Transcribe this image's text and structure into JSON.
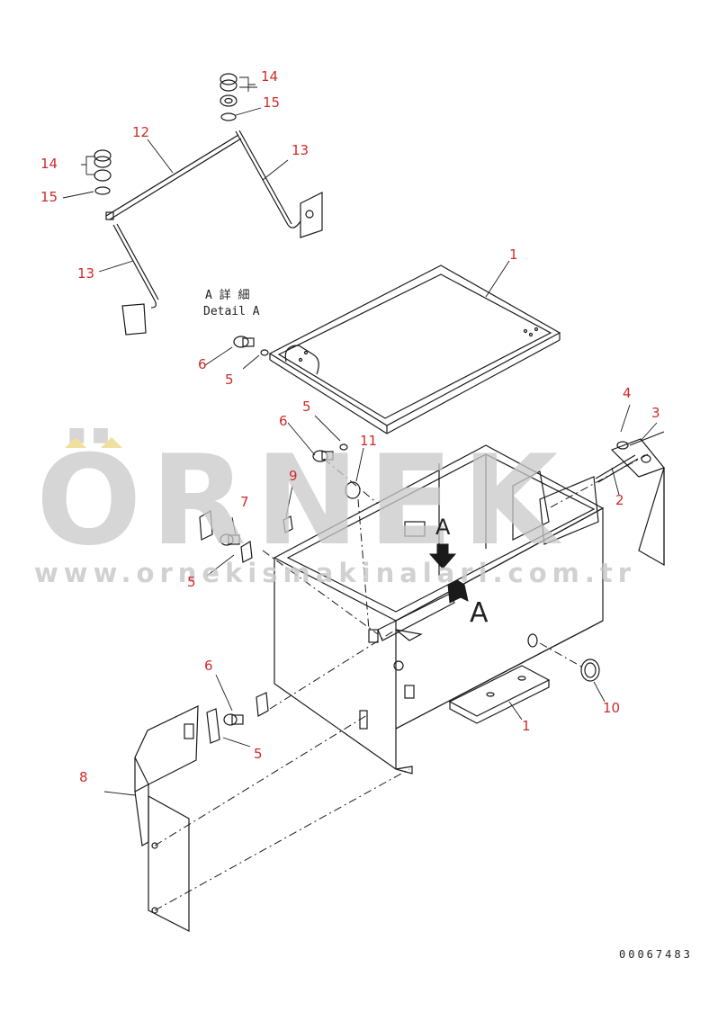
{
  "diagram": {
    "labels": {
      "p1_top": "1",
      "p1_bottom": "1",
      "p2": "2",
      "p3": "3",
      "p4": "4",
      "p5_a": "5",
      "p5_b": "5",
      "p5_c": "5",
      "p5_d": "5",
      "p6_a": "6",
      "p6_b": "6",
      "p6_c": "6",
      "p7": "7",
      "p8": "8",
      "p9": "9",
      "p10": "10",
      "p11": "11",
      "p12": "12",
      "p13_a": "13",
      "p13_b": "13",
      "p14_a": "14",
      "p14_b": "14",
      "p15_a": "15",
      "p15_b": "15"
    },
    "detail_label_jp": "A 詳 細",
    "detail_label_en": "Detail A",
    "view_marker_1": "A",
    "view_marker_2": "A",
    "drawing_number": "00067483"
  },
  "watermark": {
    "brand": "ÖRNEK",
    "url": "www.ornekismakinalari.com.tr"
  },
  "colors": {
    "label": "#d22a2a",
    "line": "#1a1a1a",
    "watermark": "#c9c9c9",
    "watermark_accent": "#f0e0a0"
  }
}
